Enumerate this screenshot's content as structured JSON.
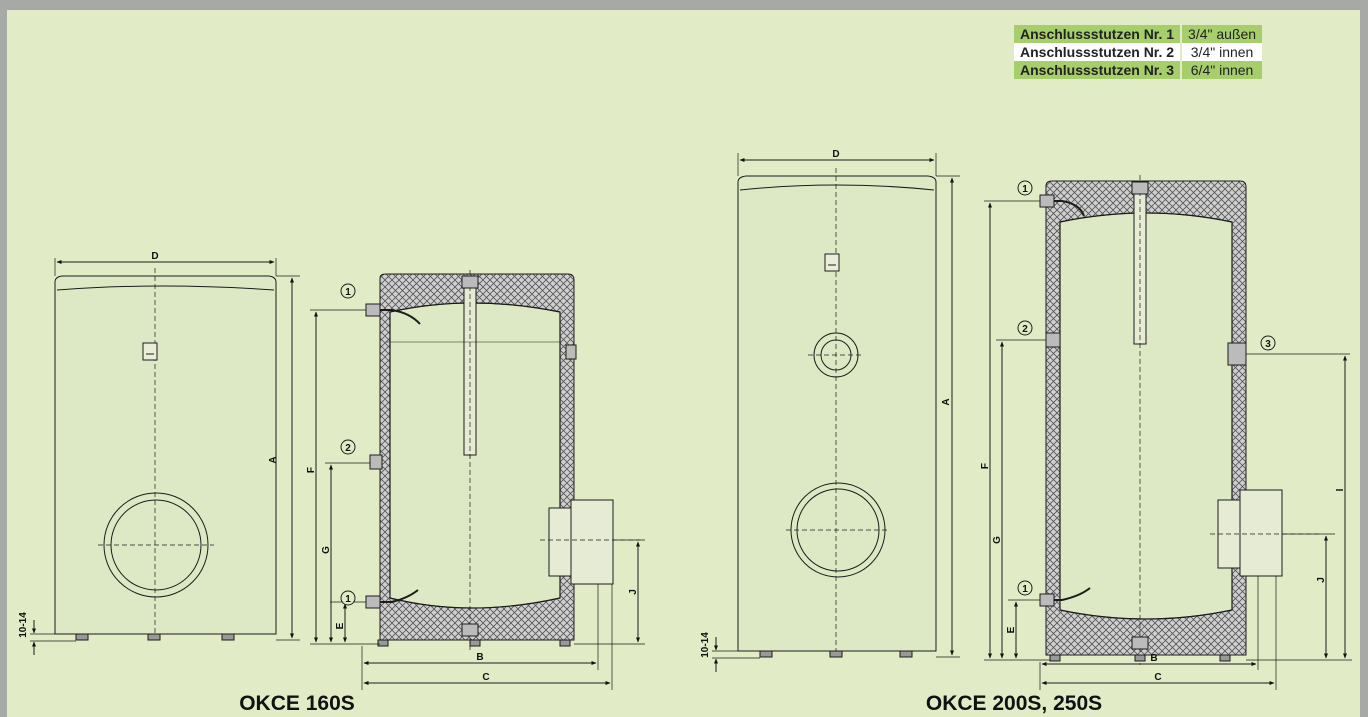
{
  "legend": {
    "rows": [
      {
        "name": "Anschlussstutzen Nr. 1",
        "value": "3/4\" außen"
      },
      {
        "name": "Anschlussstutzen Nr. 2",
        "value": "3/4\" innen"
      },
      {
        "name": "Anschlussstutzen Nr. 3",
        "value": "6/4\" innen"
      }
    ]
  },
  "models": {
    "left": "OKCE 160S",
    "right": "OKCE 200S, 250S"
  },
  "dimensions": {
    "A": "A",
    "B": "B",
    "C": "C",
    "D": "D",
    "E": "E",
    "F": "F",
    "G": "G",
    "I": "I",
    "J": "J",
    "foot": "10-14"
  },
  "connections": {
    "n1": "1",
    "n2": "2",
    "n3": "3"
  },
  "colors": {
    "background": "#e1ecc6",
    "border": "#a7a9a6",
    "legend_green": "#a6cf6b",
    "line": "#1c1c1c"
  }
}
